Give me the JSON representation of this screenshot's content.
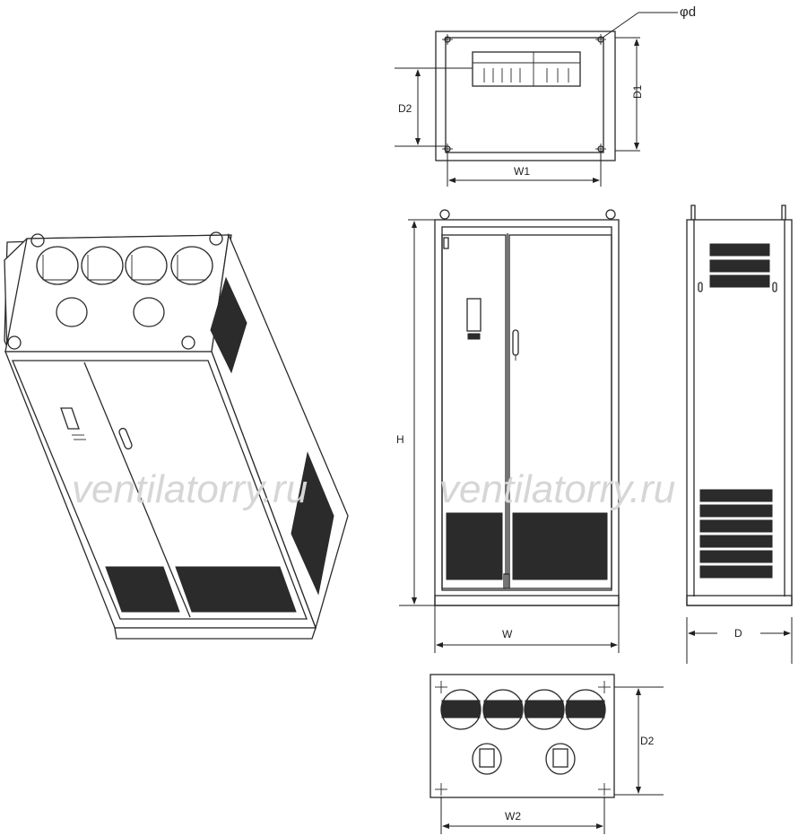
{
  "labels": {
    "phi_d": "φd",
    "d1": "D1",
    "d2_top": "D2",
    "w1": "W1",
    "h": "H",
    "w": "W",
    "d": "D",
    "d2_bottom": "D2",
    "w2": "W2"
  },
  "watermark": {
    "left": "ventilatorry.ru",
    "right": "ventilatorry.ru"
  },
  "colors": {
    "line": "#2a2a2a",
    "vent": "#2b2b2b",
    "watermark": "#d6d6d6"
  }
}
